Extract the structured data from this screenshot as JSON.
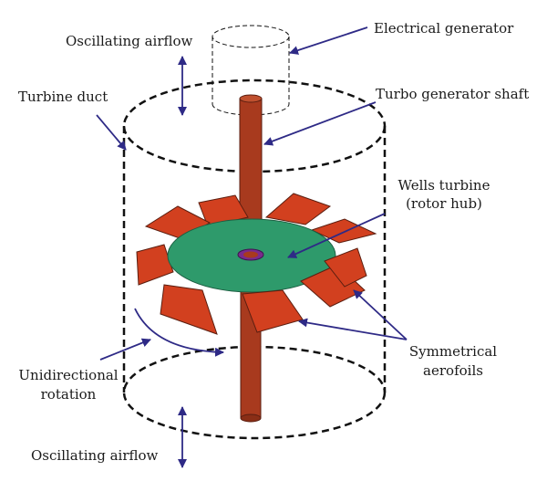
{
  "labels": {
    "oscillating_airflow_top": "Oscillating airflow",
    "electrical_generator": "Electrical generator",
    "turbine_duct": "Turbine duct",
    "turbo_generator_shaft": "Turbo generator shaft",
    "wells_turbine_line1": "Wells turbine",
    "wells_turbine_line2": "(rotor hub)",
    "symmetrical_line1": "Symmetrical",
    "symmetrical_line2": "aerofoils",
    "unidirectional_line1": "Unidirectional",
    "unidirectional_line2": "rotation",
    "oscillating_airflow_bottom": "Oscillating airflow"
  },
  "colors": {
    "shaft": "#A83A1E",
    "blade": "#D2401F",
    "hub": "#2E9A6B",
    "hub_center": "#7A2A8C",
    "arrow": "#2E2A86",
    "dashed": "#111111"
  }
}
